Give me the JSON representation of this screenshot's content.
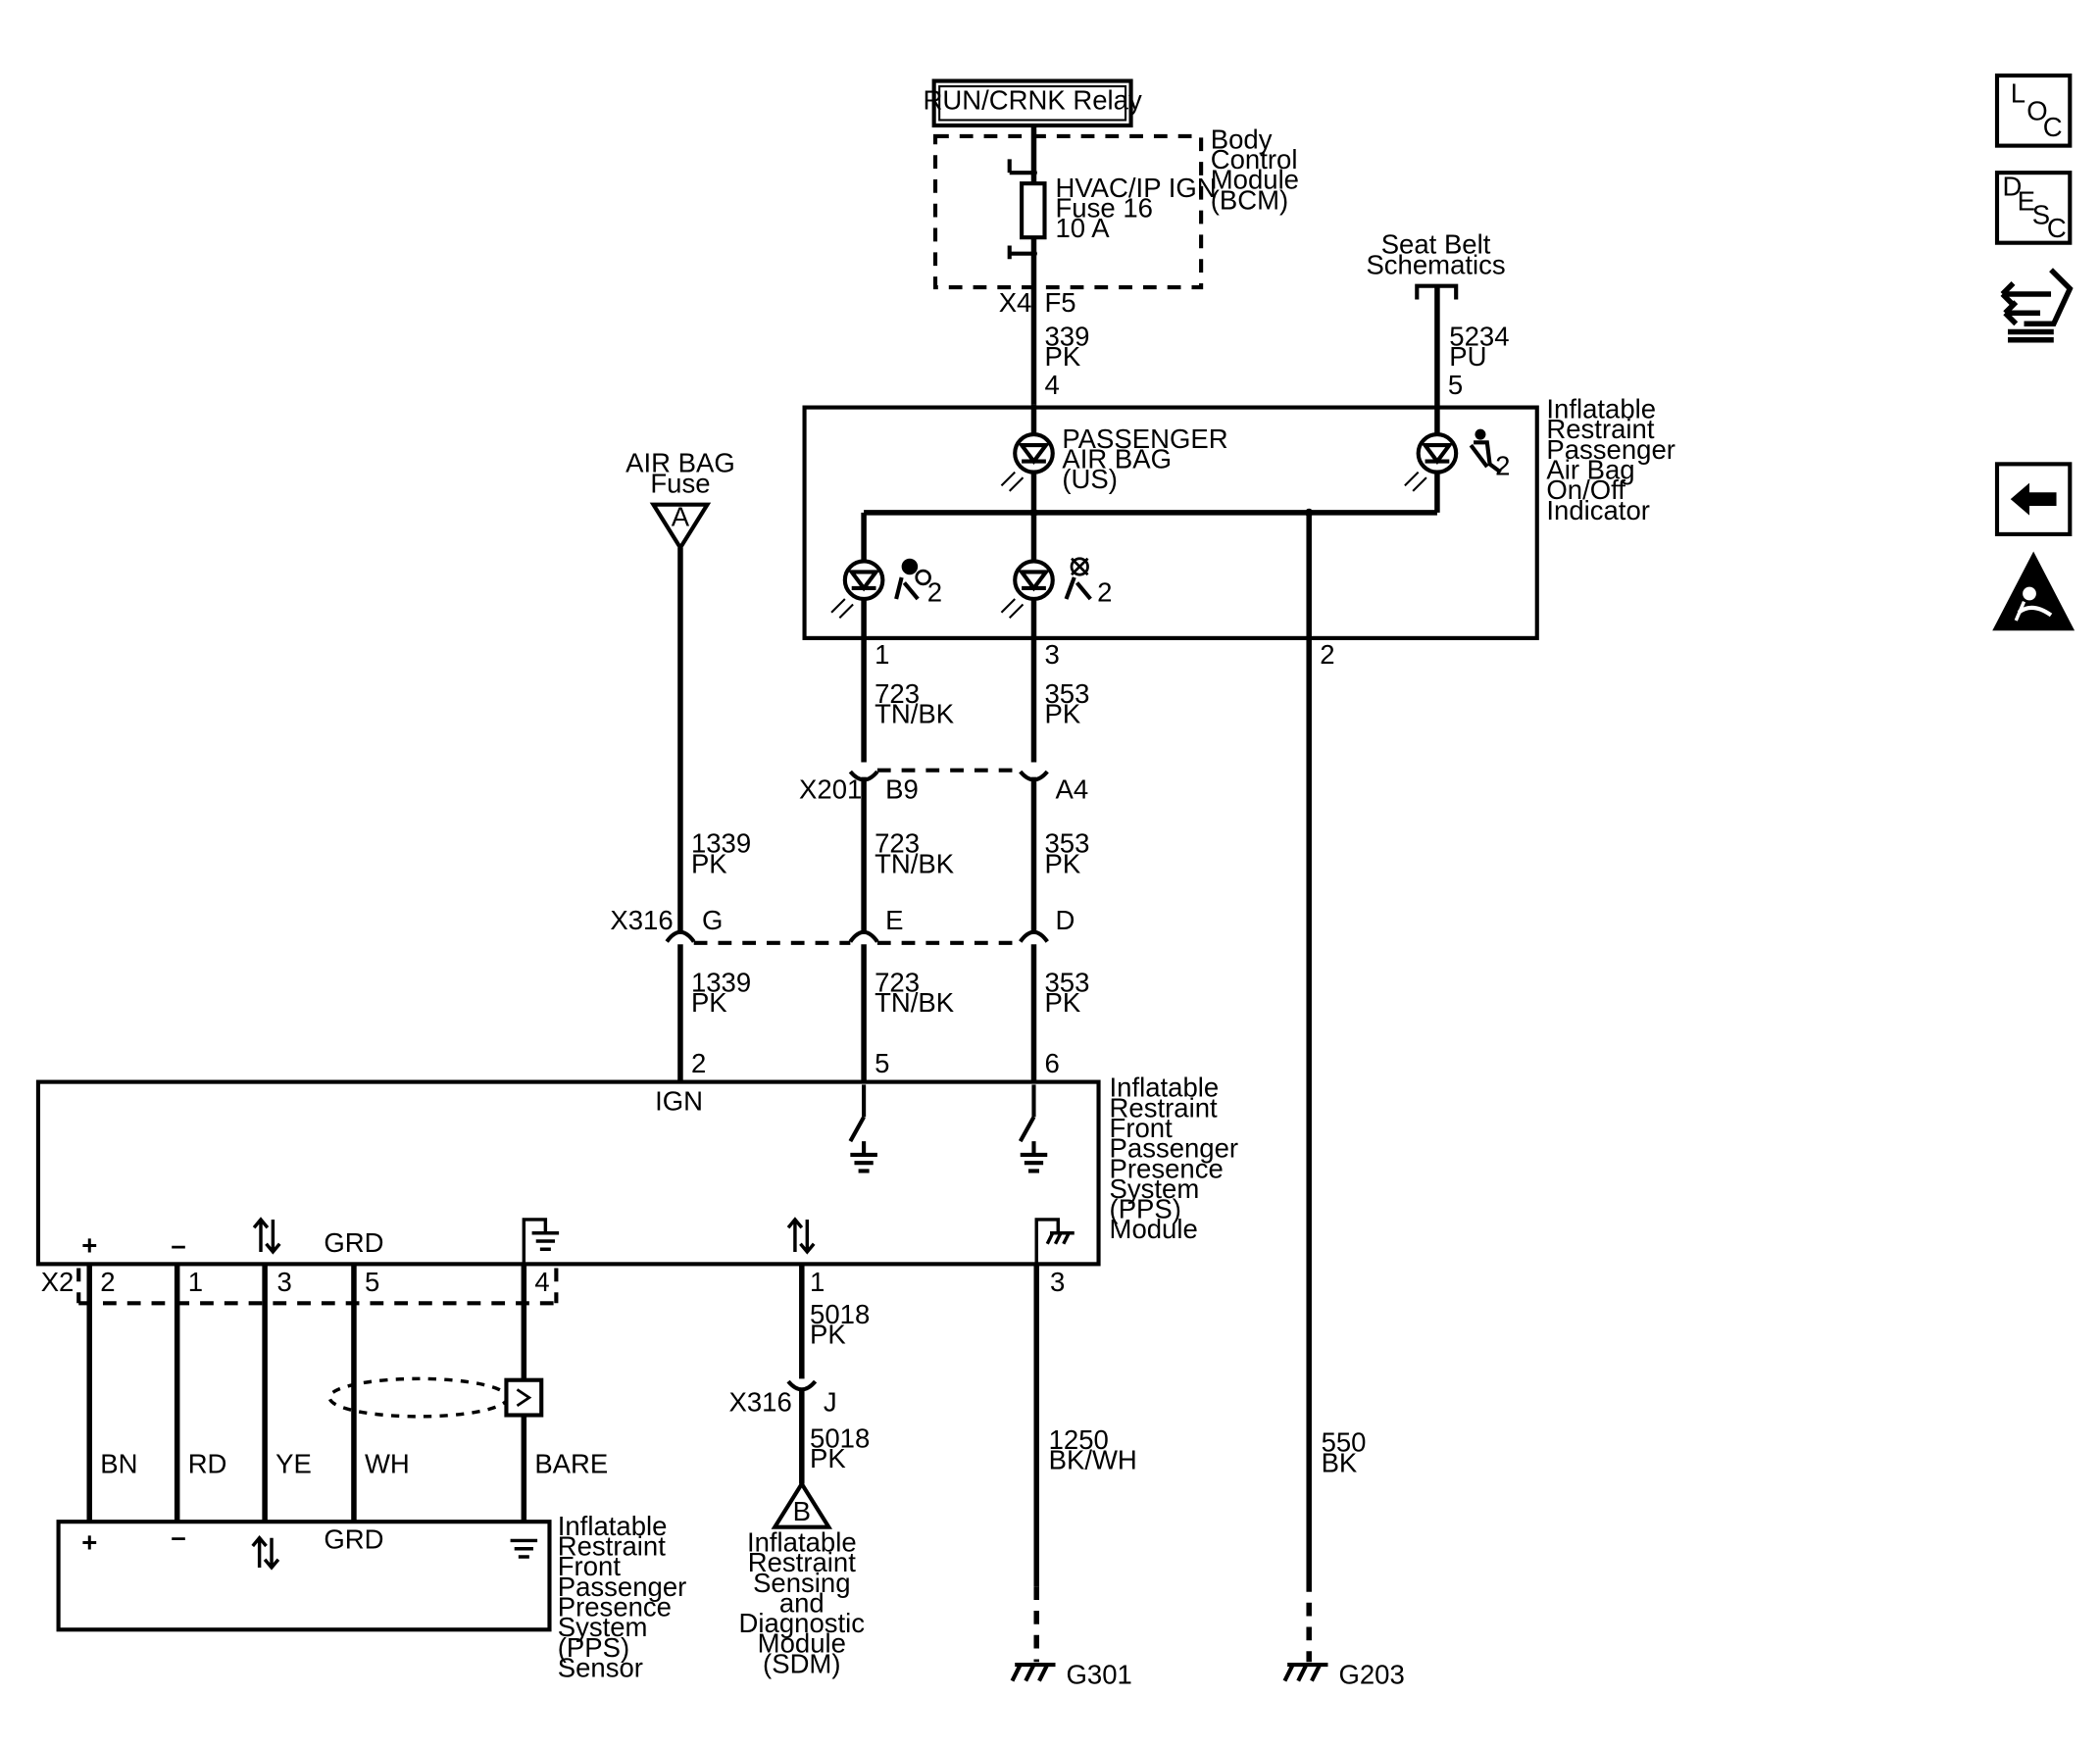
{
  "relay": {
    "label": "RUN/CRNK Relay"
  },
  "bcm": {
    "title_lines": [
      "Body",
      "Control",
      "Module",
      "(BCM)"
    ],
    "fuse_lines": [
      "HVAC/IP IGN",
      "Fuse 16",
      "10 A"
    ],
    "connector": "X4",
    "pin": "F5"
  },
  "seat_belt_ref": {
    "lines": [
      "Seat Belt",
      "Schematics"
    ]
  },
  "wires": {
    "w339": {
      "circuit": "339",
      "color": "PK"
    },
    "w5234": {
      "circuit": "5234",
      "color": "PU"
    },
    "w723": {
      "circuit": "723",
      "color": "TN/BK"
    },
    "w353": {
      "circuit": "353",
      "color": "PK"
    },
    "w1339": {
      "circuit": "1339",
      "color": "PK"
    },
    "w5018": {
      "circuit": "5018",
      "color": "PK"
    },
    "w1250": {
      "circuit": "1250",
      "color": "BK/WH"
    },
    "w550": {
      "circuit": "550",
      "color": "BK"
    }
  },
  "indicator": {
    "title_lines": [
      "Inflatable",
      "Restraint",
      "Passenger",
      "Air Bag",
      "On/Off",
      "Indicator"
    ],
    "lamp_lines": [
      "PASSENGER",
      "AIR BAG",
      "(US)"
    ],
    "pins": {
      "top_left": "4",
      "top_right": "5",
      "p1": "1",
      "p3": "3",
      "p2": "2"
    },
    "symbol_suffix": "2"
  },
  "airbag_fuse": {
    "lines": [
      "AIR BAG",
      "Fuse"
    ],
    "ref": "A"
  },
  "x201": {
    "connector": "X201",
    "pin_b": "B9",
    "pin_a": "A4"
  },
  "x316": {
    "connector": "X316",
    "pin_g": "G",
    "pin_e": "E",
    "pin_d": "D",
    "pin_j": "J"
  },
  "pps_module": {
    "title_lines": [
      "Inflatable",
      "Restraint",
      "Front",
      "Passenger",
      "Presence",
      "System",
      "(PPS)",
      "Module"
    ],
    "ign_label": "IGN",
    "pins_top": {
      "ign": "2",
      "p5": "5",
      "p6": "6"
    },
    "terms": {
      "plus": "+",
      "minus": "–",
      "grd": "GRD"
    },
    "x2": {
      "connector": "X2",
      "pins": [
        "2",
        "1",
        "3",
        "5",
        "4"
      ]
    },
    "pins_bottom": {
      "p1": "1",
      "p3": "3"
    }
  },
  "harness": {
    "colors": [
      "BN",
      "RD",
      "YE",
      "WH",
      "BARE"
    ]
  },
  "pps_sensor": {
    "title_lines": [
      "Inflatable",
      "Restraint",
      "Front",
      "Passenger",
      "Presence",
      "System",
      "(PPS)",
      "Sensor"
    ],
    "terms": {
      "plus": "+",
      "minus": "–",
      "grd": "GRD"
    }
  },
  "sdm": {
    "ref": "B",
    "lines": [
      "Inflatable",
      "Restraint",
      "Sensing",
      "and",
      "Diagnostic",
      "Module",
      "(SDM)"
    ]
  },
  "grounds": {
    "g301": "G301",
    "g203": "G203"
  },
  "nav": {
    "loc": {
      "letters": [
        "L",
        "O",
        "C"
      ]
    },
    "desc": {
      "letters": [
        "D",
        "E",
        "S",
        "C"
      ]
    },
    "icons": [
      "loc-button-icon",
      "desc-button-icon",
      "connector-tool-icon",
      "back-arrow-icon",
      "airbag-warning-icon"
    ]
  }
}
